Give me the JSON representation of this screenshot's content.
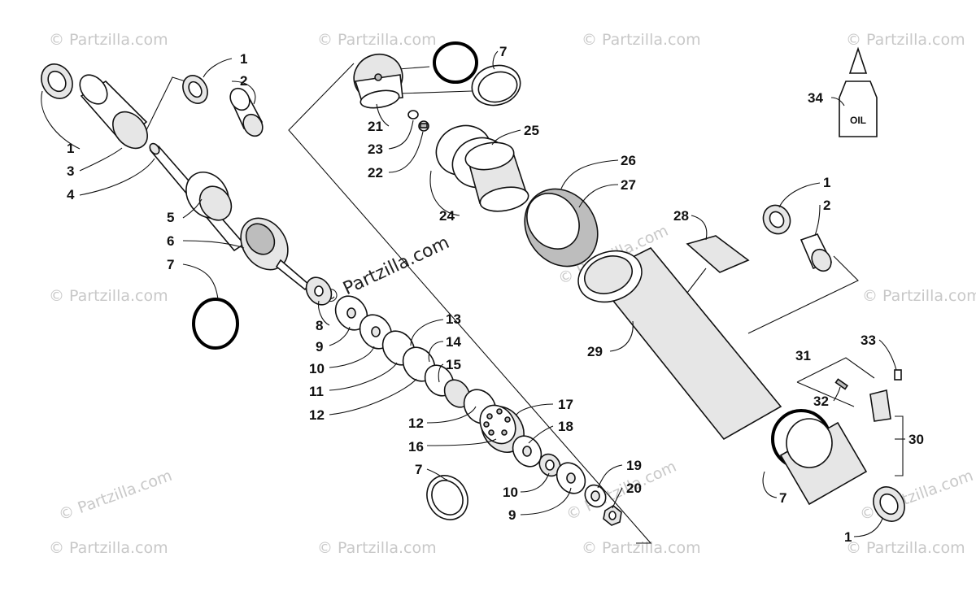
{
  "watermark": {
    "text": "© Partzilla.com",
    "center_text": "© Partzilla.com"
  },
  "oil_bottle_label": "OIL",
  "callouts": {
    "c1_a": "1",
    "c2_a": "2",
    "c1_b": "1",
    "c3": "3",
    "c4": "4",
    "c5": "5",
    "c6": "6",
    "c7_a": "7",
    "c8": "8",
    "c9_a": "9",
    "c10_a": "10",
    "c11": "11",
    "c12_a": "12",
    "c7_b": "7",
    "c21": "21",
    "c23": "23",
    "c22": "22",
    "c25": "25",
    "c24": "24",
    "c13": "13",
    "c14": "14",
    "c15": "15",
    "c17": "17",
    "c18": "18",
    "c12_b": "12",
    "c16": "16",
    "c7_c": "7",
    "c19": "19",
    "c20": "20",
    "c10_b": "10",
    "c9_b": "9",
    "c26": "26",
    "c27": "27",
    "c28": "28",
    "c29": "29",
    "c34": "34",
    "c1_c": "1",
    "c2_b": "2",
    "c31": "31",
    "c33": "33",
    "c32": "32",
    "c30": "30",
    "c7_d": "7",
    "c1_d": "1"
  }
}
